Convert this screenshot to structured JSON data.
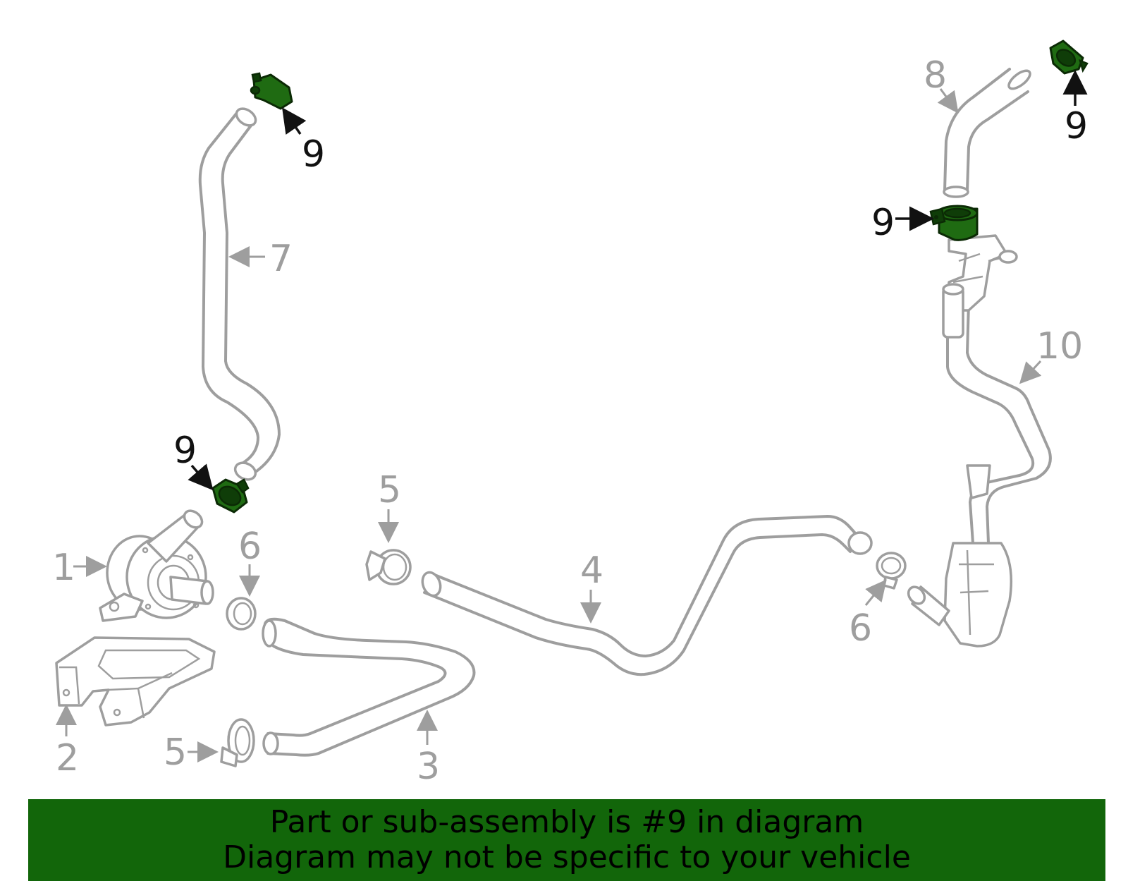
{
  "diagram": {
    "labels": {
      "part1": "1",
      "part2": "2",
      "part3": "3",
      "part4": "4",
      "part5_top": "5",
      "part5_bottom": "5",
      "part6_left": "6",
      "part6_right": "6",
      "part7": "7",
      "part8": "8",
      "part9_a": "9",
      "part9_b": "9",
      "part9_c": "9",
      "part9_d": "9",
      "part10": "10"
    },
    "highlight_part": "9",
    "highlight_color": "#1f6b12",
    "line_color": "#9e9e9e"
  },
  "banner": {
    "line1": "Part or sub-assembly is #9 in diagram",
    "line2": "Diagram may not be specific to your vehicle",
    "background": "#12660a"
  }
}
